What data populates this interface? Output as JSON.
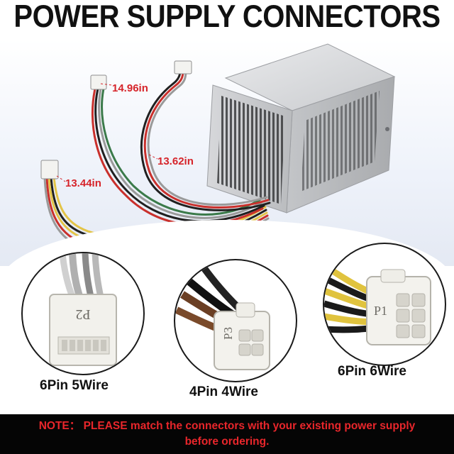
{
  "header": {
    "title": "POWER SUPPLY CONNECTORS"
  },
  "cables": {
    "lengths": [
      "14.96in",
      "13.62in",
      "13.44in"
    ],
    "colors": {
      "label_red": "#d6242a",
      "wire_red": "#c9302c",
      "wire_yellow": "#e3c447",
      "wire_black": "#202020",
      "wire_gray": "#9a9a9a"
    }
  },
  "connectors": [
    {
      "marking": "P2",
      "label": "6Pin 5Wire"
    },
    {
      "marking": "P3",
      "label": "4Pin 4Wire"
    },
    {
      "marking": "P1",
      "label": "6Pin 6Wire"
    }
  ],
  "note": {
    "prefix": "NOTE：",
    "line1": "PLEASE match the connectors with your existing power supply",
    "line2": "before ordering."
  }
}
